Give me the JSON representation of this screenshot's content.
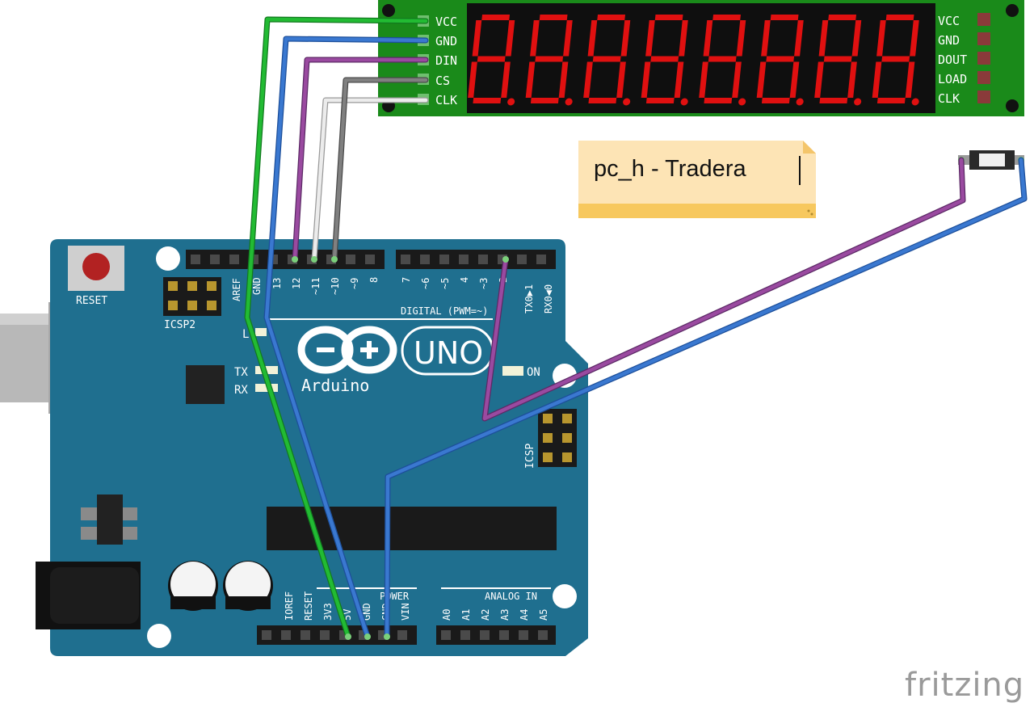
{
  "display_module": {
    "left_pins": [
      "VCC",
      "GND",
      "DIN",
      "CS",
      "CLK"
    ],
    "right_pins": [
      "VCC",
      "GND",
      "DOUT",
      "LOAD",
      "CLK"
    ],
    "digit_count": 8,
    "digit_color": "#e01010"
  },
  "note": {
    "text": "pc_h - Tradera"
  },
  "arduino": {
    "reset_label": "RESET",
    "icsp2_label": "ICSP2",
    "icsp_label": "ICSP",
    "led_l_label": "L",
    "tx_label": "TX",
    "rx_label": "RX",
    "on_label": "ON",
    "brand": "Arduino",
    "model": "UNO",
    "digital_label": "DIGITAL (PWM=~)",
    "power_label": "POWER",
    "analog_label": "ANALOG IN",
    "top_header_left_labels": [
      "AREF",
      "GND",
      "13",
      "12",
      "~11",
      "~10",
      "~9",
      "8"
    ],
    "top_header_right_labels": [
      "7",
      "~6",
      "~5",
      "4",
      "~3",
      "2",
      "TX0▶1",
      "RX0◀0"
    ],
    "power_header_labels": [
      "IOREF",
      "RESET",
      "3V3",
      "5V",
      "GND",
      "GND",
      "VIN"
    ],
    "analog_header_labels": [
      "A0",
      "A1",
      "A2",
      "A3",
      "A4",
      "A5"
    ],
    "board_color": "#1f6f8f"
  },
  "wires": [
    {
      "name": "VCC to 5V",
      "color": "#22bb33"
    },
    {
      "name": "GND to GND",
      "color": "#3a78d0"
    },
    {
      "name": "DIN to pin 12",
      "color": "#9a4aa0"
    },
    {
      "name": "CLK to pin 11",
      "color": "#e6e6e6"
    },
    {
      "name": "CS to pin 10",
      "color": "#808080"
    },
    {
      "name": "button to pin 2",
      "color": "#9a4aa0"
    },
    {
      "name": "button to GND",
      "color": "#3a78d0"
    }
  ],
  "watermark": "fritzing"
}
